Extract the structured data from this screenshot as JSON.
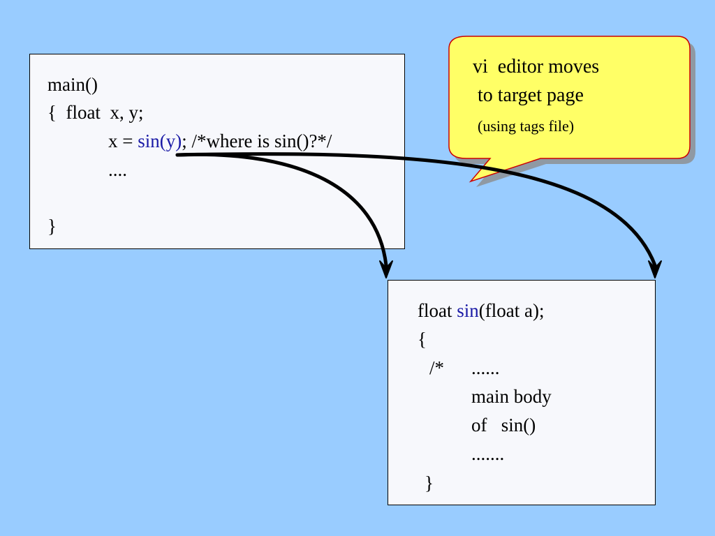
{
  "caller_code": {
    "line1": "main()",
    "line2": "{  float  x, y;",
    "line3_prefix": "x = ",
    "line3_call": "sin(y)",
    "line3_suffix": "; /*where is sin()?*/",
    "line4": "....",
    "line5": "}"
  },
  "callee_code": {
    "line1_prefix": "float ",
    "line1_name": "sin",
    "line1_suffix": "(float a);",
    "line2": "{",
    "line3_comment": "/*",
    "line3_dots": "......",
    "line4": "main body",
    "line5": "of   sin()",
    "line6": ".......",
    "line7": "}"
  },
  "callout": {
    "line1": "vi  editor moves",
    "line2": "to target page",
    "line3": "(using tags file)"
  },
  "colors": {
    "background": "#99ccff",
    "highlight": "#1a1aa6",
    "callout_fill": "#ffff66",
    "callout_border": "#cc0000"
  }
}
